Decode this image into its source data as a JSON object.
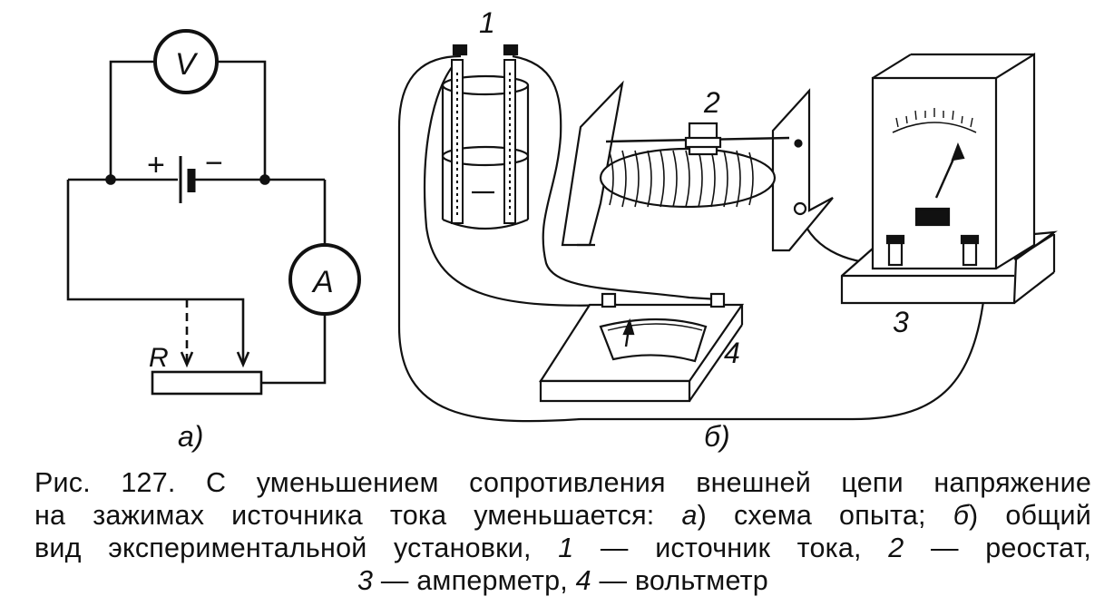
{
  "labels": {
    "voltmeter_symbol": "V",
    "ammeter_symbol": "A",
    "plus": "+",
    "minus": "−",
    "resistor": "R",
    "part_a": "а)",
    "part_b": "б)",
    "num_1": "1",
    "num_2": "2",
    "num_3": "3",
    "num_4": "4"
  },
  "caption": {
    "l1_prefix": "Рис. 127. С уменьшением сопротивления внешней цепи напряжение",
    "l2_a": "на зажимах источника тока уменьшается: ",
    "l2_b_em": "а",
    "l2_c": ") схема опыта; ",
    "l2_d_em": "б",
    "l2_e": ") общий",
    "l3_a": "вид экспериментальной установки, ",
    "l3_b_em": "1",
    "l3_c": " — источник тока, ",
    "l3_d_em": "2",
    "l3_e": " — реостат,",
    "l4_a_em": "3",
    "l4_b": " — амперметр, ",
    "l4_c_em": "4",
    "l4_d": " — вольтметр"
  }
}
